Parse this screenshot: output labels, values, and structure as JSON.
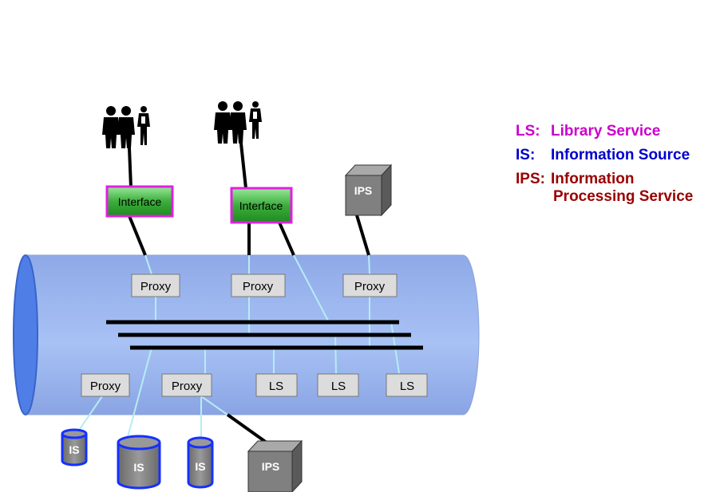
{
  "legend": {
    "ls": {
      "key": "LS:",
      "text": "Library Service",
      "color": "#cc00cc"
    },
    "is": {
      "key": "IS:",
      "text": "Information Source",
      "color": "#0000cc"
    },
    "ips": {
      "key": "IPS:",
      "text": "Information",
      "text2": "Processing Service",
      "color": "#990000"
    }
  },
  "nodes": {
    "interface_1": "Interface",
    "interface_2": "Interface",
    "ips_top": "IPS",
    "ips_bottom": "IPS",
    "proxy_top_1": "Proxy",
    "proxy_top_2": "Proxy",
    "proxy_top_3": "Proxy",
    "proxy_bottom_1": "Proxy",
    "proxy_bottom_2": "Proxy",
    "ls_1": "LS",
    "ls_2": "LS",
    "ls_3": "LS",
    "is_1": "IS",
    "is_2": "IS",
    "is_3": "IS"
  },
  "colors": {
    "pipe": "#a3bdf2",
    "pipe_end": "#4f7fe6",
    "interface_border": "#e020e0",
    "interface_fill": "#3fae3f",
    "proxy_fill": "#dcdcdc",
    "storage_fill": "#808080",
    "storage_stroke": "#1530ff",
    "link_light": "#b6ecf2",
    "bus": "#000000"
  },
  "icons": [
    "people-icon",
    "people-icon",
    "server-cube-icon",
    "server-cube-icon",
    "database-cylinder-icon"
  ]
}
